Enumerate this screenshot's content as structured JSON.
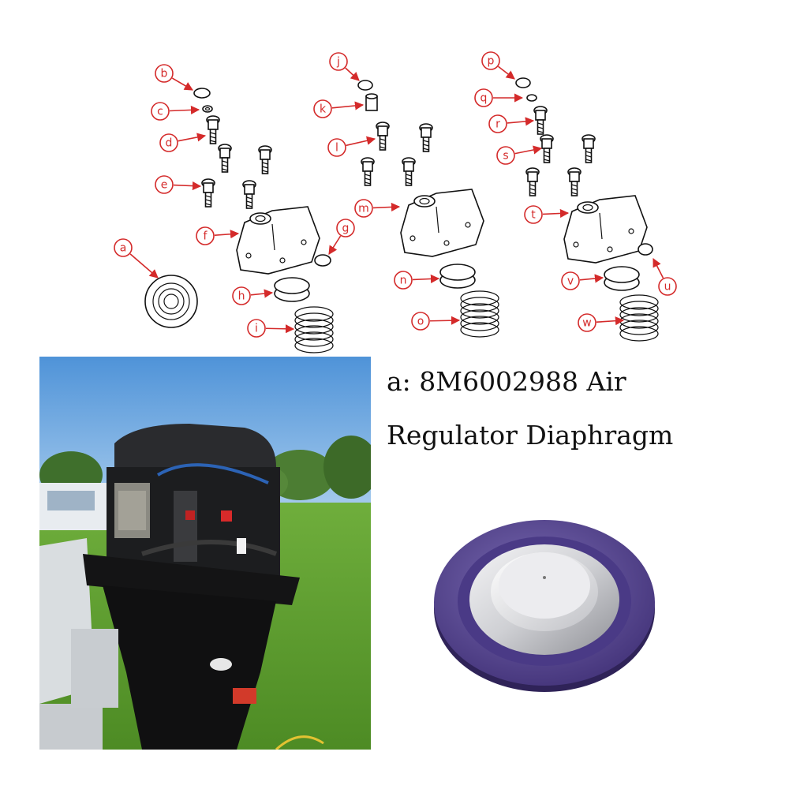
{
  "callouts": [
    {
      "id": "a",
      "label": "a"
    },
    {
      "id": "b",
      "label": "b"
    },
    {
      "id": "c",
      "label": "c"
    },
    {
      "id": "d",
      "label": "d"
    },
    {
      "id": "e",
      "label": "e"
    },
    {
      "id": "f",
      "label": "f"
    },
    {
      "id": "g",
      "label": "g"
    },
    {
      "id": "h",
      "label": "h"
    },
    {
      "id": "i",
      "label": "i"
    },
    {
      "id": "j",
      "label": "j"
    },
    {
      "id": "k",
      "label": "k"
    },
    {
      "id": "l",
      "label": "l"
    },
    {
      "id": "m",
      "label": "m"
    },
    {
      "id": "n",
      "label": "n"
    },
    {
      "id": "o",
      "label": "o"
    },
    {
      "id": "p",
      "label": "p"
    },
    {
      "id": "q",
      "label": "q"
    },
    {
      "id": "r",
      "label": "r"
    },
    {
      "id": "s",
      "label": "s"
    },
    {
      "id": "t",
      "label": "t"
    },
    {
      "id": "u",
      "label": "u"
    },
    {
      "id": "v",
      "label": "v"
    },
    {
      "id": "w",
      "label": "w"
    }
  ],
  "caption": {
    "line1": "a: 8M6002988 Air",
    "line2": "Regulator Diaphragm"
  },
  "colors": {
    "callout": "#d42a2a",
    "diaphragm_rim": "#5b4a93",
    "diaphragm_cap": "#d9d9dc"
  }
}
